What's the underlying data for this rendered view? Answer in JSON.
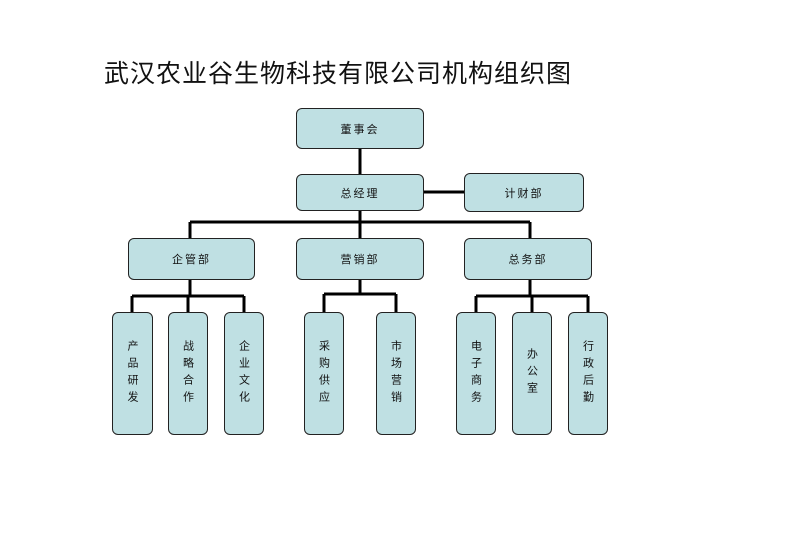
{
  "title": "武汉农业谷生物科技有限公司机构组织图",
  "chairman": "董事会",
  "ceo": "总经理",
  "finance": "计财部",
  "departments": {
    "enterprise_mgmt": {
      "label": "企管部",
      "subs": [
        "产品研发",
        "战略合作",
        "企业文化"
      ]
    },
    "marketing": {
      "label": "营销部",
      "subs": [
        "采购供应",
        "市场营销"
      ]
    },
    "general_affairs": {
      "label": "总务部",
      "subs": [
        "电子商务",
        "办公室",
        "行政后勤"
      ]
    }
  },
  "colors": {
    "box_fill": "#bfe0e3",
    "box_border": "#222222",
    "line": "#000000"
  }
}
